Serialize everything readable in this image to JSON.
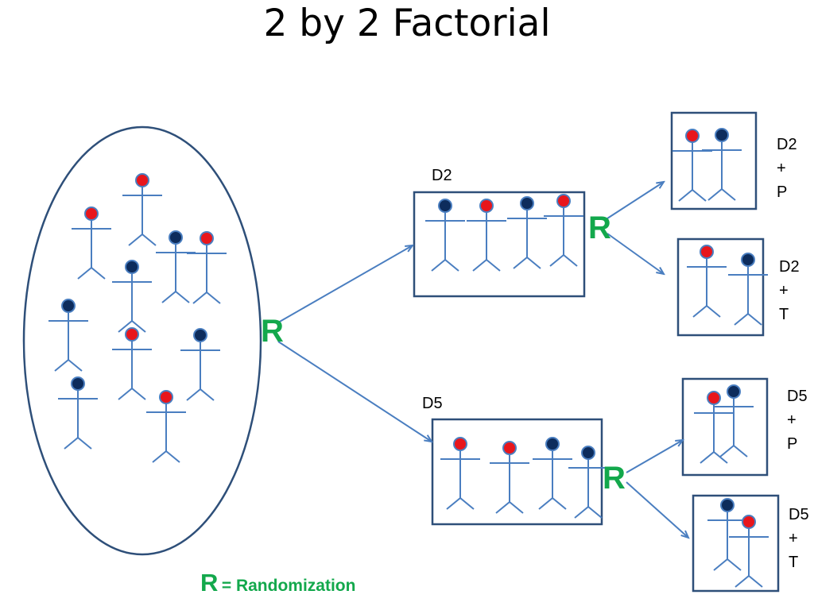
{
  "title": "2 by 2 Factorial",
  "colors": {
    "stroke": "#2e4f79",
    "figure": "#4a7ec0",
    "red_head": "#e8161c",
    "navy_head": "#0d2c5c",
    "r_green": "#13a84c"
  },
  "randomization": {
    "symbol": "R",
    "legend_symbol": "R",
    "legend_text": "= Randomization"
  },
  "arms": {
    "d2": {
      "label": "D2"
    },
    "d5": {
      "label": "D5"
    }
  },
  "subgroups": {
    "d2_p": {
      "line1": "D2",
      "line2": "+",
      "line3": "P"
    },
    "d2_t": {
      "line1": "D2",
      "line2": "+",
      "line3": "T"
    },
    "d5_p": {
      "line1": "D5",
      "line2": "+",
      "line3": "P"
    },
    "d5_t": {
      "line1": "D5",
      "line2": "+",
      "line3": "T"
    }
  },
  "figure_icon": "stick-figure",
  "head_types": {
    "red": "red-head",
    "navy": "navy-head"
  }
}
